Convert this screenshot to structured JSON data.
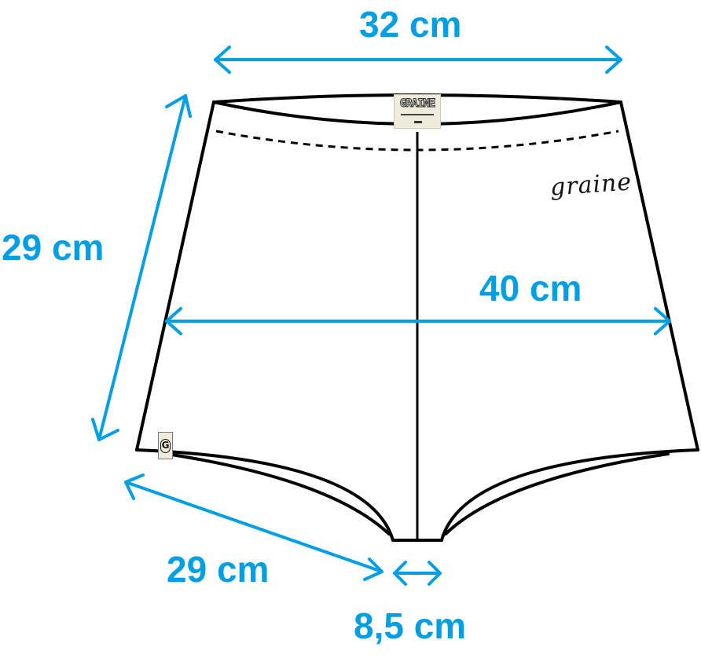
{
  "product": {
    "brand_label": "GRAINE",
    "hip_tag_letter": "G",
    "embroidery_text": "graine"
  },
  "colors": {
    "measure_blue": "#009fe3",
    "outline": "#000000",
    "label_beige": "#efebdd"
  },
  "measurements": {
    "waist_width": "32 cm",
    "side_length": "29 cm",
    "hip_width": "40 cm",
    "leg_opening": "29 cm",
    "crotch_width": "8,5 cm"
  }
}
